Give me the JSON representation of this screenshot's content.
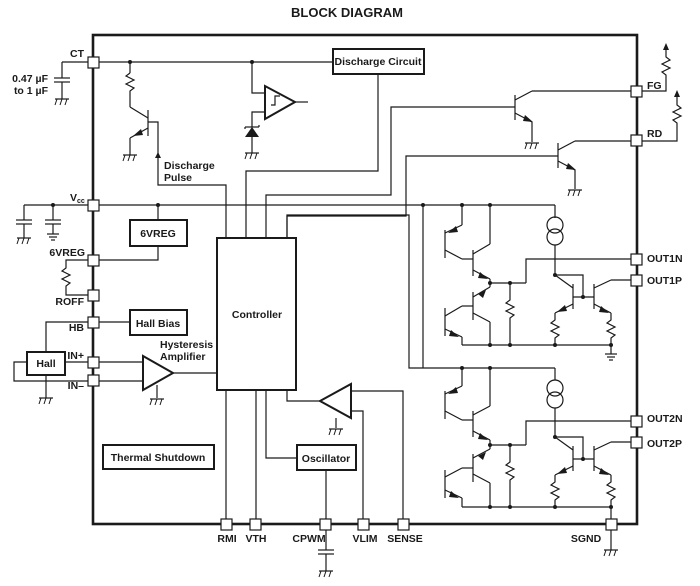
{
  "title": "BLOCK DIAGRAM",
  "pins": {
    "ct": "CT",
    "vcc": "V",
    "vcc_sub": "cc",
    "vreg": "6VREG",
    "roff": "ROFF",
    "hb": "HB",
    "in_plus": "IN+",
    "in_minus": "IN–",
    "fg": "FG",
    "rd": "RD",
    "out1n": "OUT1N",
    "out1p": "OUT1P",
    "out2n": "OUT2N",
    "out2p": "OUT2P",
    "rmi": "RMI",
    "vth": "VTH",
    "cpwm": "CPWM",
    "vlim": "VLIM",
    "sense": "SENSE",
    "sgnd": "SGND"
  },
  "blocks": {
    "discharge_circuit": "Discharge Circuit",
    "vreg": "6VREG",
    "hall_bias": "Hall Bias",
    "hall": "Hall",
    "controller": "Controller",
    "oscillator": "Oscillator",
    "thermal_shutdown": "Thermal Shutdown"
  },
  "annotations": {
    "cap_value_line1": "0.47 µF",
    "cap_value_line2": "to 1 µF",
    "discharge_pulse_line1": "Discharge",
    "discharge_pulse_line2": "Pulse",
    "hyst_amp_line1": "Hysteresis",
    "hyst_amp_line2": "Amplifier"
  }
}
